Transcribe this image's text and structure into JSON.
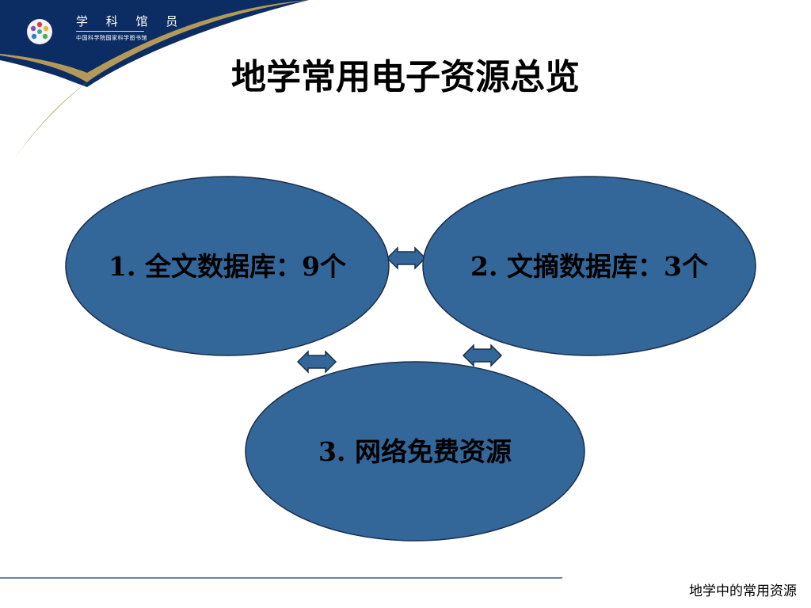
{
  "header": {
    "logo_title": "学 科 馆 员",
    "logo_subtitle": "中国科学院国家科学图书馆"
  },
  "slide": {
    "title": "地学常用电子资源总览"
  },
  "diagram": {
    "nodes": [
      {
        "id": "fulltext",
        "label": "1. 全文数据库：9个"
      },
      {
        "id": "abstract",
        "label": "2. 文摘数据库：3个"
      },
      {
        "id": "free",
        "label": "3. 网络免费资源"
      }
    ],
    "edges": [
      {
        "from": "fulltext",
        "to": "abstract",
        "type": "bidirectional"
      },
      {
        "from": "fulltext",
        "to": "free",
        "type": "bidirectional"
      },
      {
        "from": "abstract",
        "to": "free",
        "type": "bidirectional"
      }
    ],
    "colors": {
      "node_fill": "#336699",
      "node_stroke": "#1a2e4a",
      "arrow_fill": "#336699",
      "header_navy": "#0c2d63",
      "accent_gold": "#b49a5a"
    }
  },
  "footer": {
    "text": "地学中的常用资源"
  }
}
